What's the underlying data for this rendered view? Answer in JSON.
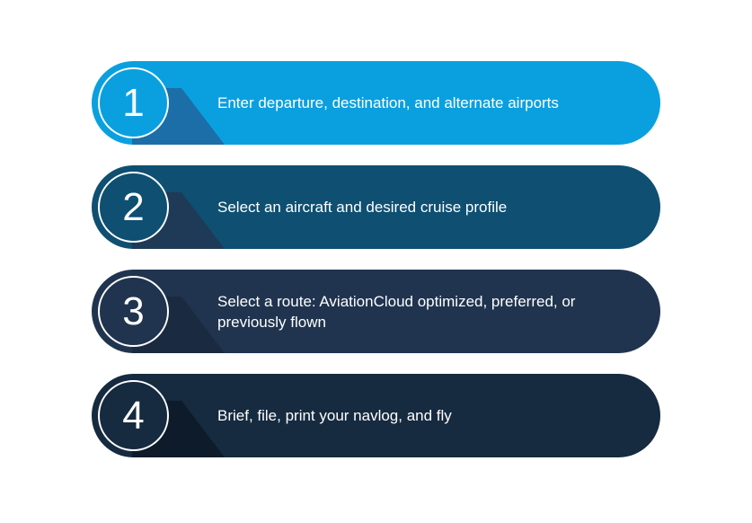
{
  "steps": [
    {
      "number": "1",
      "text": "Enter departure, destination, and alternate airports",
      "color": "#0aa0e0",
      "shade": "#1c6ea8"
    },
    {
      "number": "2",
      "text": "Select an aircraft and desired cruise profile",
      "color": "#0e4f72",
      "shade": "#1f3a56"
    },
    {
      "number": "3",
      "text": "Select a route: AviationCloud optimized, preferred, or previously flown",
      "color": "#20344f",
      "shade": "#1a2a40"
    },
    {
      "number": "4",
      "text": "Brief, file, print your navlog, and fly",
      "color": "#162a40",
      "shade": "#0d1b2b"
    }
  ]
}
